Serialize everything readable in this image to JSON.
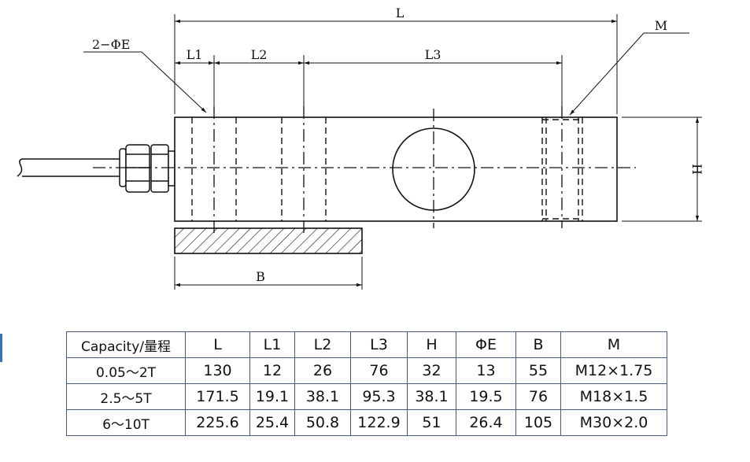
{
  "drawing": {
    "labels": {
      "L": "L",
      "L1": "L1",
      "L2": "L2",
      "L3": "L3",
      "M": "M",
      "hole": "2−ΦE",
      "H": "H",
      "B": "B"
    }
  },
  "colors": {
    "line": "#111111",
    "table_border": "#4a5c7a",
    "accent": "#3b6fb6"
  },
  "table": {
    "headers": [
      "Capacity/量程",
      "L",
      "L1",
      "L2",
      "L3",
      "H",
      "ΦE",
      "B",
      "M"
    ],
    "rows": [
      [
        "0.05～2T",
        "130",
        "12",
        "26",
        "76",
        "32",
        "13",
        "55",
        "M12×1.75"
      ],
      [
        "2.5～5T",
        "171.5",
        "19.1",
        "38.1",
        "95.3",
        "38.1",
        "19.5",
        "76",
        "M18×1.5"
      ],
      [
        "6～10T",
        "225.6",
        "25.4",
        "50.8",
        "122.9",
        "51",
        "26.4",
        "105",
        "M30×2.0"
      ]
    ]
  }
}
